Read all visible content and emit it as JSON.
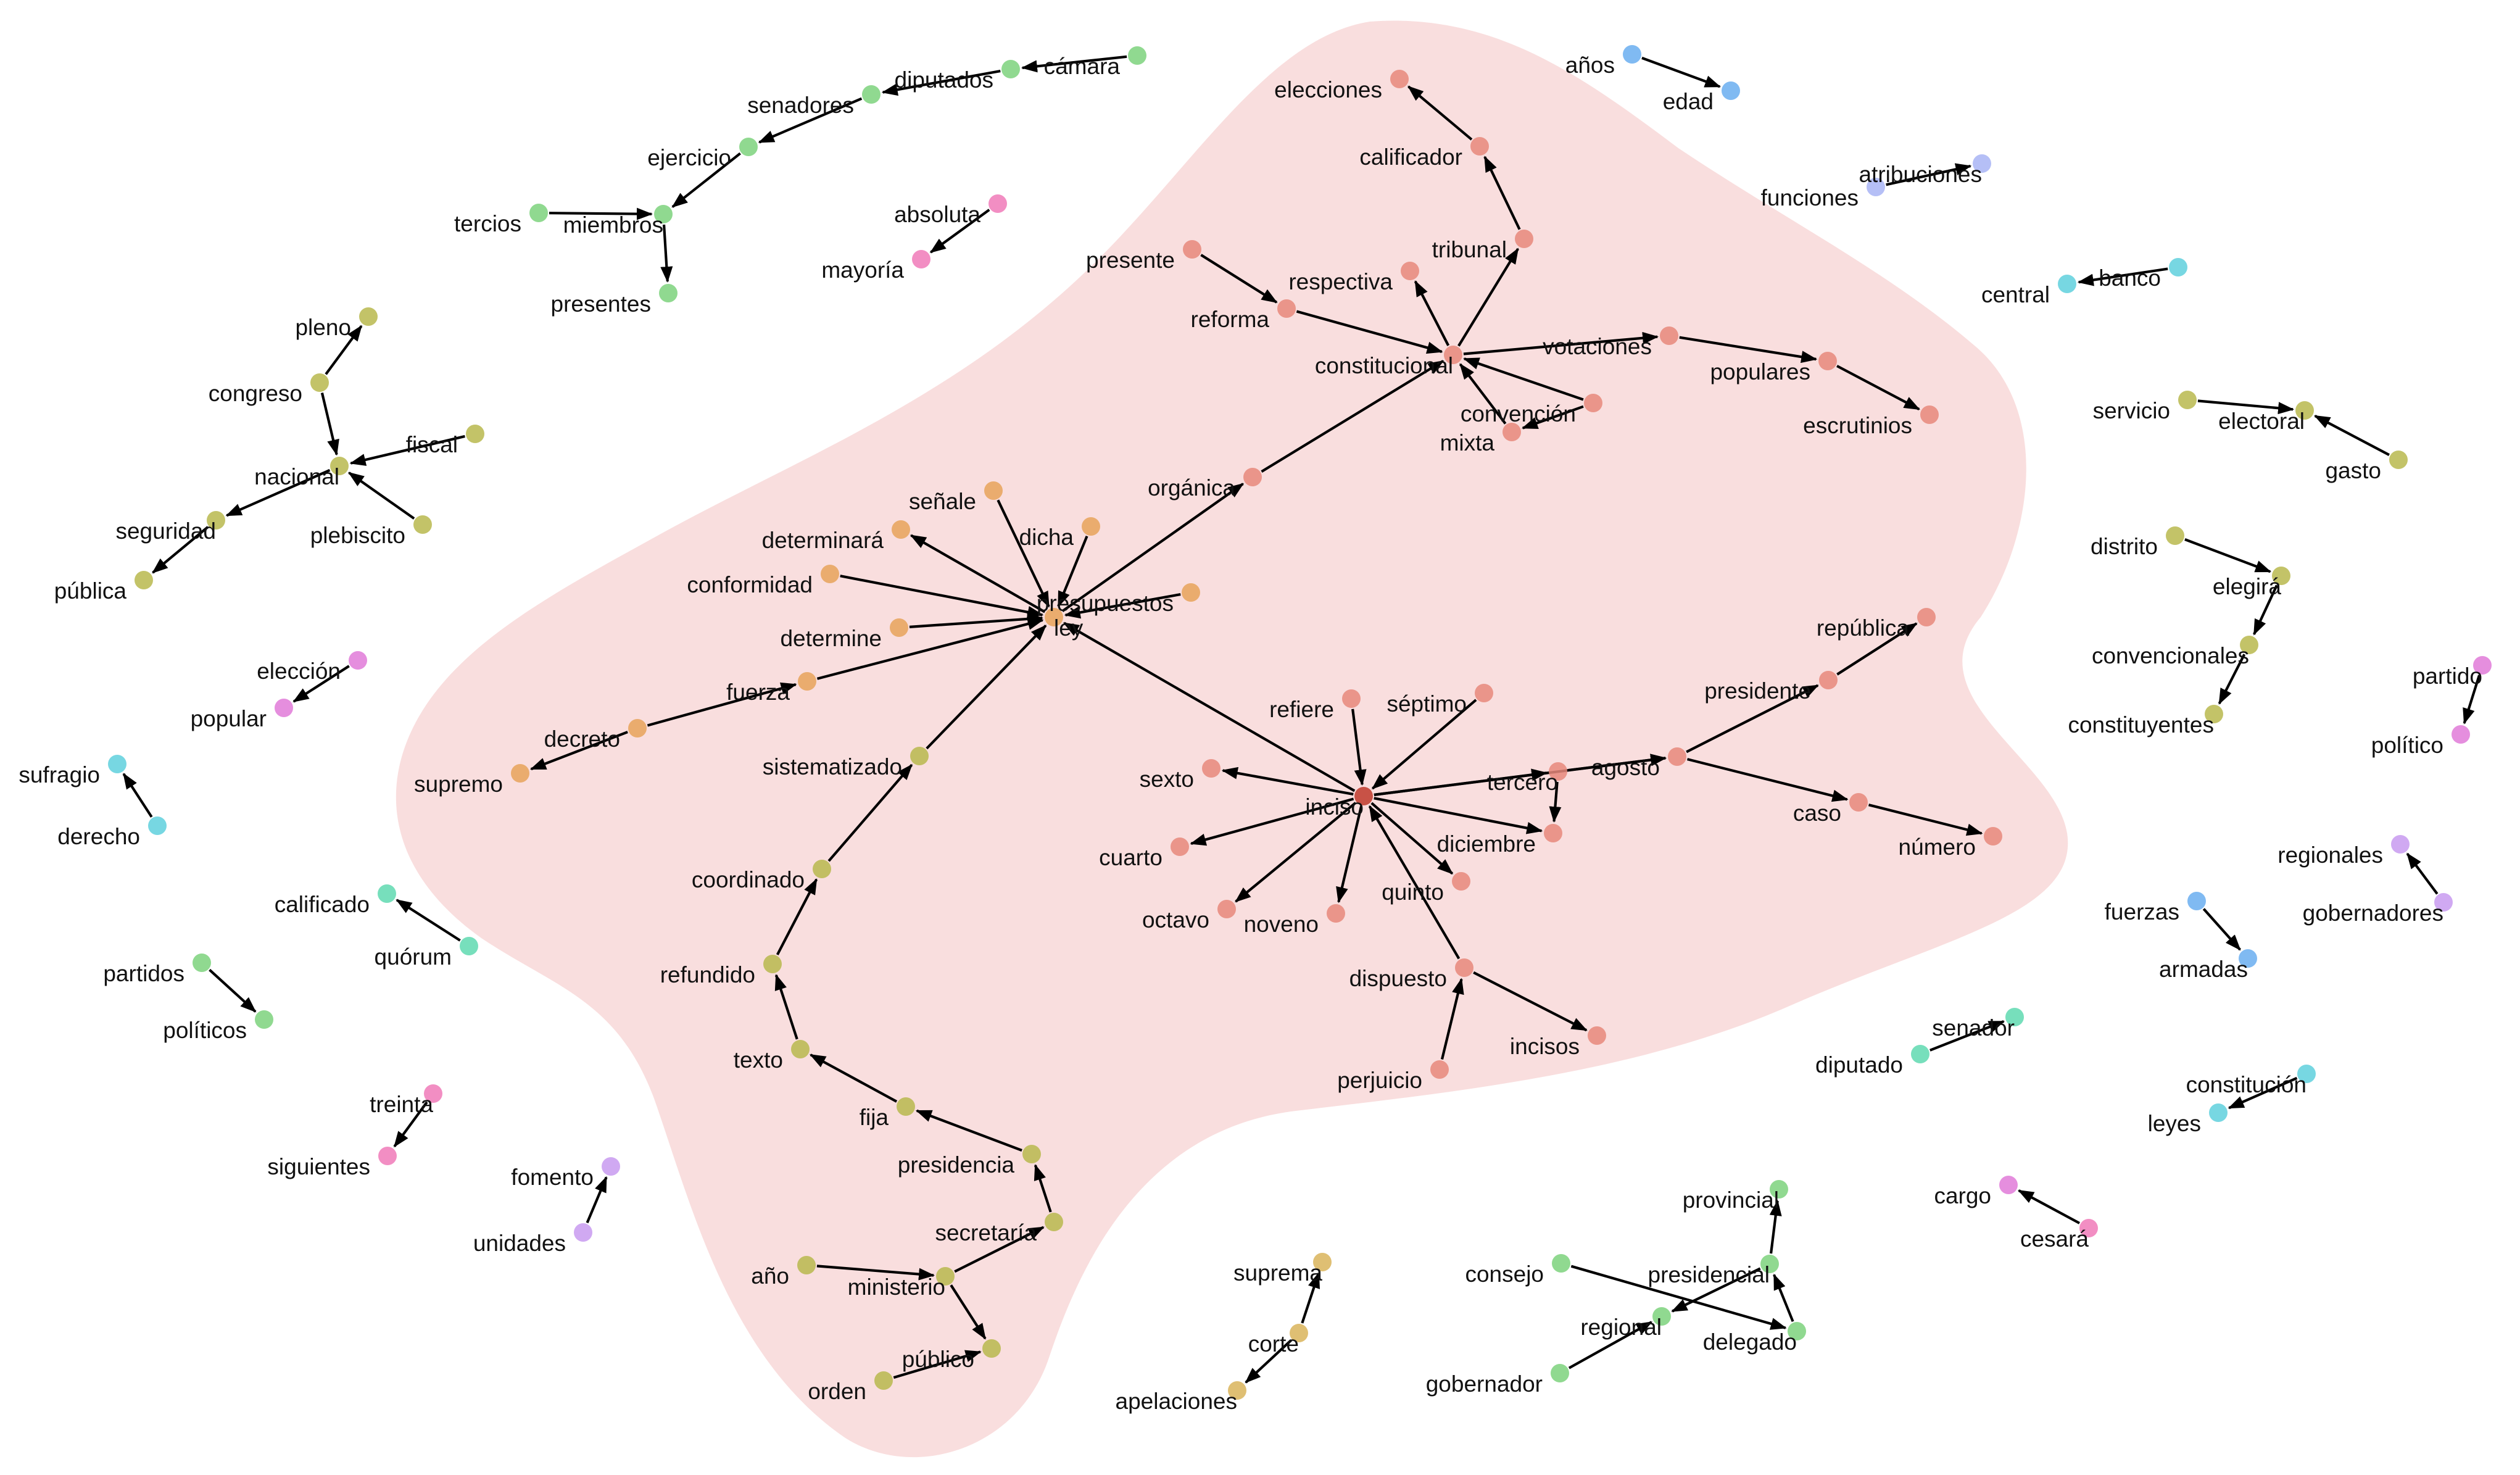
{
  "palette": {
    "red": "#e8887b",
    "darkred": "#c0392b",
    "orange": "#e8a35a",
    "olive": "#b8b84e",
    "green": "#7cd27c",
    "teal": "#5fd9b0",
    "cyan": "#5fd0dd",
    "blue": "#6aaef0",
    "lavender": "#a8b4f5",
    "purple": "#c89af0",
    "pink": "#f07ab8",
    "magenta": "#e07ad8",
    "gold": "#d9b45a",
    "cluster": "#f9dede"
  },
  "nodes": [
    {
      "id": "elecciones",
      "label": "elecciones",
      "color": "red"
    },
    {
      "id": "calificador",
      "label": "calificador",
      "color": "red"
    },
    {
      "id": "tribunal",
      "label": "tribunal",
      "color": "red"
    },
    {
      "id": "respectiva",
      "label": "respectiva",
      "color": "red"
    },
    {
      "id": "presente",
      "label": "presente",
      "color": "red"
    },
    {
      "id": "reforma",
      "label": "reforma",
      "color": "red"
    },
    {
      "id": "constitucional",
      "label": "constitucional",
      "color": "red"
    },
    {
      "id": "votaciones",
      "label": "votaciones",
      "color": "red"
    },
    {
      "id": "populares",
      "label": "populares",
      "color": "red"
    },
    {
      "id": "escrutinios",
      "label": "escrutinios",
      "color": "red"
    },
    {
      "id": "convencion",
      "label": "convención",
      "color": "red"
    },
    {
      "id": "mixta",
      "label": "mixta",
      "color": "red"
    },
    {
      "id": "organica",
      "label": "orgánica",
      "color": "red"
    },
    {
      "id": "ley",
      "label": "ley",
      "color": "orange"
    },
    {
      "id": "senale",
      "label": "señale",
      "color": "orange"
    },
    {
      "id": "dicha",
      "label": "dicha",
      "color": "orange"
    },
    {
      "id": "determinara",
      "label": "determinará",
      "color": "orange"
    },
    {
      "id": "conformidad",
      "label": "conformidad",
      "color": "orange"
    },
    {
      "id": "presupuestos",
      "label": "presupuestos",
      "color": "orange"
    },
    {
      "id": "determine",
      "label": "determine",
      "color": "orange"
    },
    {
      "id": "fuerza",
      "label": "fuerza",
      "color": "orange"
    },
    {
      "id": "decreto",
      "label": "decreto",
      "color": "orange"
    },
    {
      "id": "supremo",
      "label": "supremo",
      "color": "orange"
    },
    {
      "id": "sistematizado",
      "label": "sistematizado",
      "color": "olive"
    },
    {
      "id": "coordinado",
      "label": "coordinado",
      "color": "olive"
    },
    {
      "id": "refundido",
      "label": "refundido",
      "color": "olive"
    },
    {
      "id": "texto",
      "label": "texto",
      "color": "olive"
    },
    {
      "id": "fija",
      "label": "fija",
      "color": "olive"
    },
    {
      "id": "presidencia",
      "label": "presidencia",
      "color": "olive"
    },
    {
      "id": "secretaria",
      "label": "secretaría",
      "color": "olive"
    },
    {
      "id": "ano",
      "label": "año",
      "color": "olive"
    },
    {
      "id": "ministerio",
      "label": "ministerio",
      "color": "olive"
    },
    {
      "id": "publico",
      "label": "público",
      "color": "olive"
    },
    {
      "id": "orden",
      "label": "orden",
      "color": "olive"
    },
    {
      "id": "inciso",
      "label": "inciso",
      "color": "darkred"
    },
    {
      "id": "refiere",
      "label": "refiere",
      "color": "red"
    },
    {
      "id": "septimo",
      "label": "séptimo",
      "color": "red"
    },
    {
      "id": "sexto",
      "label": "sexto",
      "color": "red"
    },
    {
      "id": "tercero",
      "label": "tercero",
      "color": "red"
    },
    {
      "id": "agosto",
      "label": "agosto",
      "color": "red"
    },
    {
      "id": "republica",
      "label": "república",
      "color": "red"
    },
    {
      "id": "presidente",
      "label": "presidente",
      "color": "red"
    },
    {
      "id": "caso",
      "label": "caso",
      "color": "red"
    },
    {
      "id": "numero",
      "label": "número",
      "color": "red"
    },
    {
      "id": "diciembre",
      "label": "diciembre",
      "color": "red"
    },
    {
      "id": "cuarto",
      "label": "cuarto",
      "color": "red"
    },
    {
      "id": "quinto",
      "label": "quinto",
      "color": "red"
    },
    {
      "id": "octavo",
      "label": "octavo",
      "color": "red"
    },
    {
      "id": "noveno",
      "label": "noveno",
      "color": "red"
    },
    {
      "id": "dispuesto",
      "label": "dispuesto",
      "color": "red"
    },
    {
      "id": "incisos",
      "label": "incisos",
      "color": "red"
    },
    {
      "id": "perjuicio",
      "label": "perjuicio",
      "color": "red"
    },
    {
      "id": "camara",
      "label": "cámara",
      "color": "green"
    },
    {
      "id": "diputados",
      "label": "diputados",
      "color": "green"
    },
    {
      "id": "senadores",
      "label": "senadores",
      "color": "green"
    },
    {
      "id": "ejercicio",
      "label": "ejercicio",
      "color": "green"
    },
    {
      "id": "tercios",
      "label": "tercios",
      "color": "green"
    },
    {
      "id": "miembros",
      "label": "miembros",
      "color": "green"
    },
    {
      "id": "presentes",
      "label": "presentes",
      "color": "green"
    },
    {
      "id": "absoluta",
      "label": "absoluta",
      "color": "pink"
    },
    {
      "id": "mayoria",
      "label": "mayoría",
      "color": "pink"
    },
    {
      "id": "pleno",
      "label": "pleno",
      "color": "olive"
    },
    {
      "id": "congreso",
      "label": "congreso",
      "color": "olive"
    },
    {
      "id": "nacional",
      "label": "nacional",
      "color": "olive"
    },
    {
      "id": "fiscal",
      "label": "fiscal",
      "color": "olive"
    },
    {
      "id": "plebiscito",
      "label": "plebiscito",
      "color": "olive"
    },
    {
      "id": "seguridad",
      "label": "seguridad",
      "color": "olive"
    },
    {
      "id": "publica",
      "label": "pública",
      "color": "olive"
    },
    {
      "id": "eleccion",
      "label": "elección",
      "color": "magenta"
    },
    {
      "id": "popular",
      "label": "popular",
      "color": "magenta"
    },
    {
      "id": "sufragio",
      "label": "sufragio",
      "color": "cyan"
    },
    {
      "id": "derecho",
      "label": "derecho",
      "color": "cyan"
    },
    {
      "id": "calificado",
      "label": "calificado",
      "color": "teal"
    },
    {
      "id": "quorum",
      "label": "quórum",
      "color": "teal"
    },
    {
      "id": "partidos",
      "label": "partidos",
      "color": "green"
    },
    {
      "id": "politicos",
      "label": "políticos",
      "color": "green"
    },
    {
      "id": "treinta",
      "label": "treinta",
      "color": "pink"
    },
    {
      "id": "siguientes",
      "label": "siguientes",
      "color": "pink"
    },
    {
      "id": "fomento",
      "label": "fomento",
      "color": "purple"
    },
    {
      "id": "unidades",
      "label": "unidades",
      "color": "purple"
    },
    {
      "id": "anos",
      "label": "años",
      "color": "blue"
    },
    {
      "id": "edad",
      "label": "edad",
      "color": "blue"
    },
    {
      "id": "atribuciones",
      "label": "atribuciones",
      "color": "lavender"
    },
    {
      "id": "funciones",
      "label": "funciones",
      "color": "lavender"
    },
    {
      "id": "banco",
      "label": "banco",
      "color": "cyan"
    },
    {
      "id": "central",
      "label": "central",
      "color": "cyan"
    },
    {
      "id": "servicio",
      "label": "servicio",
      "color": "olive"
    },
    {
      "id": "electoral",
      "label": "electoral",
      "color": "olive"
    },
    {
      "id": "gasto",
      "label": "gasto",
      "color": "olive"
    },
    {
      "id": "distrito",
      "label": "distrito",
      "color": "olive"
    },
    {
      "id": "elegira",
      "label": "elegirá",
      "color": "olive"
    },
    {
      "id": "convencionales",
      "label": "convencionales",
      "color": "olive"
    },
    {
      "id": "constituyentes",
      "label": "constituyentes",
      "color": "olive"
    },
    {
      "id": "partido",
      "label": "partido",
      "color": "magenta"
    },
    {
      "id": "politico",
      "label": "político",
      "color": "magenta"
    },
    {
      "id": "regionales",
      "label": "regionales",
      "color": "purple"
    },
    {
      "id": "gobernadores",
      "label": "gobernadores",
      "color": "purple"
    },
    {
      "id": "fuerzas",
      "label": "fuerzas",
      "color": "blue"
    },
    {
      "id": "armadas",
      "label": "armadas",
      "color": "blue"
    },
    {
      "id": "senador",
      "label": "senador",
      "color": "teal"
    },
    {
      "id": "diputado",
      "label": "diputado",
      "color": "teal"
    },
    {
      "id": "constitucion",
      "label": "constitución",
      "color": "cyan"
    },
    {
      "id": "leyes",
      "label": "leyes",
      "color": "cyan"
    },
    {
      "id": "cargo",
      "label": "cargo",
      "color": "magenta"
    },
    {
      "id": "cesara",
      "label": "cesará",
      "color": "pink"
    },
    {
      "id": "provincial",
      "label": "provincial",
      "color": "green"
    },
    {
      "id": "presidencial",
      "label": "presidencial",
      "color": "green"
    },
    {
      "id": "consejo",
      "label": "consejo",
      "color": "green"
    },
    {
      "id": "regional",
      "label": "regional",
      "color": "green"
    },
    {
      "id": "delegado",
      "label": "delegado",
      "color": "green"
    },
    {
      "id": "gobernador",
      "label": "gobernador",
      "color": "green"
    },
    {
      "id": "suprema",
      "label": "suprema",
      "color": "gold"
    },
    {
      "id": "corte",
      "label": "corte",
      "color": "gold"
    },
    {
      "id": "apelaciones",
      "label": "apelaciones",
      "color": "gold"
    }
  ],
  "edges": [
    [
      "calificador",
      "elecciones"
    ],
    [
      "tribunal",
      "calificador"
    ],
    [
      "constitucional",
      "tribunal"
    ],
    [
      "constitucional",
      "respectiva"
    ],
    [
      "presente",
      "reforma"
    ],
    [
      "reforma",
      "constitucional"
    ],
    [
      "constitucional",
      "votaciones"
    ],
    [
      "votaciones",
      "populares"
    ],
    [
      "populares",
      "escrutinios"
    ],
    [
      "convencion",
      "constitucional"
    ],
    [
      "convencion",
      "mixta"
    ],
    [
      "mixta",
      "constitucional"
    ],
    [
      "ley",
      "organica"
    ],
    [
      "organica",
      "constitucional"
    ],
    [
      "ley",
      "determinara"
    ],
    [
      "senale",
      "ley"
    ],
    [
      "dicha",
      "ley"
    ],
    [
      "conformidad",
      "ley"
    ],
    [
      "presupuestos",
      "ley"
    ],
    [
      "determine",
      "ley"
    ],
    [
      "fuerza",
      "ley"
    ],
    [
      "decreto",
      "fuerza"
    ],
    [
      "decreto",
      "supremo"
    ],
    [
      "sistematizado",
      "ley"
    ],
    [
      "coordinado",
      "sistematizado"
    ],
    [
      "refundido",
      "coordinado"
    ],
    [
      "texto",
      "refundido"
    ],
    [
      "fija",
      "texto"
    ],
    [
      "presidencia",
      "fija"
    ],
    [
      "secretaria",
      "presidencia"
    ],
    [
      "ministerio",
      "secretaria"
    ],
    [
      "ano",
      "ministerio"
    ],
    [
      "ministerio",
      "publico"
    ],
    [
      "orden",
      "publico"
    ],
    [
      "inciso",
      "ley"
    ],
    [
      "refiere",
      "inciso"
    ],
    [
      "septimo",
      "inciso"
    ],
    [
      "inciso",
      "sexto"
    ],
    [
      "inciso",
      "tercero"
    ],
    [
      "tercero",
      "agosto"
    ],
    [
      "inciso",
      "agosto"
    ],
    [
      "tercero",
      "diciembre"
    ],
    [
      "presidente",
      "republica"
    ],
    [
      "agosto",
      "presidente"
    ],
    [
      "agosto",
      "caso"
    ],
    [
      "caso",
      "numero"
    ],
    [
      "inciso",
      "diciembre"
    ],
    [
      "inciso",
      "cuarto"
    ],
    [
      "inciso",
      "quinto"
    ],
    [
      "inciso",
      "octavo"
    ],
    [
      "inciso",
      "noveno"
    ],
    [
      "dispuesto",
      "inciso"
    ],
    [
      "dispuesto",
      "incisos"
    ],
    [
      "perjuicio",
      "dispuesto"
    ],
    [
      "camara",
      "diputados"
    ],
    [
      "diputados",
      "senadores"
    ],
    [
      "senadores",
      "ejercicio"
    ],
    [
      "ejercicio",
      "miembros"
    ],
    [
      "tercios",
      "miembros"
    ],
    [
      "miembros",
      "presentes"
    ],
    [
      "absoluta",
      "mayoria"
    ],
    [
      "congreso",
      "pleno"
    ],
    [
      "congreso",
      "nacional"
    ],
    [
      "fiscal",
      "nacional"
    ],
    [
      "plebiscito",
      "nacional"
    ],
    [
      "nacional",
      "seguridad"
    ],
    [
      "seguridad",
      "publica"
    ],
    [
      "eleccion",
      "popular"
    ],
    [
      "derecho",
      "sufragio"
    ],
    [
      "quorum",
      "calificado"
    ],
    [
      "partidos",
      "politicos"
    ],
    [
      "treinta",
      "siguientes"
    ],
    [
      "unidades",
      "fomento"
    ],
    [
      "anos",
      "edad"
    ],
    [
      "funciones",
      "atribuciones"
    ],
    [
      "banco",
      "central"
    ],
    [
      "servicio",
      "electoral"
    ],
    [
      "gasto",
      "electoral"
    ],
    [
      "distrito",
      "elegira"
    ],
    [
      "elegira",
      "convencionales"
    ],
    [
      "convencionales",
      "constituyentes"
    ],
    [
      "partido",
      "politico"
    ],
    [
      "gobernadores",
      "regionales"
    ],
    [
      "fuerzas",
      "armadas"
    ],
    [
      "diputado",
      "senador"
    ],
    [
      "constitucion",
      "leyes"
    ],
    [
      "cesara",
      "cargo"
    ],
    [
      "presidencial",
      "provincial"
    ],
    [
      "consejo",
      "delegado"
    ],
    [
      "presidencial",
      "regional"
    ],
    [
      "gobernador",
      "regional"
    ],
    [
      "delegado",
      "presidencial"
    ],
    [
      "corte",
      "suprema"
    ],
    [
      "corte",
      "apelaciones"
    ]
  ]
}
